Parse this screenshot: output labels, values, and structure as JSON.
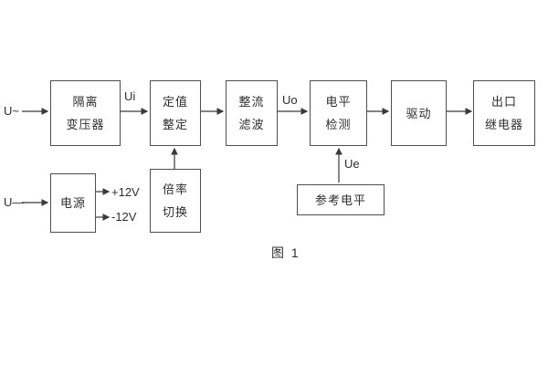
{
  "caption": "图 1",
  "labels": {
    "input_ac": "U~",
    "input_dc": "U—",
    "ui": "Ui",
    "uo": "Uo",
    "ue": "Ue",
    "plus12": "+12V",
    "minus12": "-12V"
  },
  "blocks": {
    "isolation_transformer": {
      "line1": "隔离",
      "line2": "变压器"
    },
    "setting_adjust": {
      "line1": "定值",
      "line2": "整定"
    },
    "rectify_filter": {
      "line1": "整流",
      "line2": "滤波"
    },
    "level_detect": {
      "line1": "电平",
      "line2": "检测"
    },
    "drive": {
      "label": "驱动"
    },
    "output_relay": {
      "line1": "出口",
      "line2": "继电器"
    },
    "power_supply": {
      "label": "电源"
    },
    "ratio_switch": {
      "line1": "倍率",
      "line2": "切换"
    },
    "reference_level": {
      "label": "参考电平"
    }
  },
  "colors": {
    "background": "#ffffff",
    "line": "#3a3a3a",
    "text": "#2e2e2e"
  }
}
